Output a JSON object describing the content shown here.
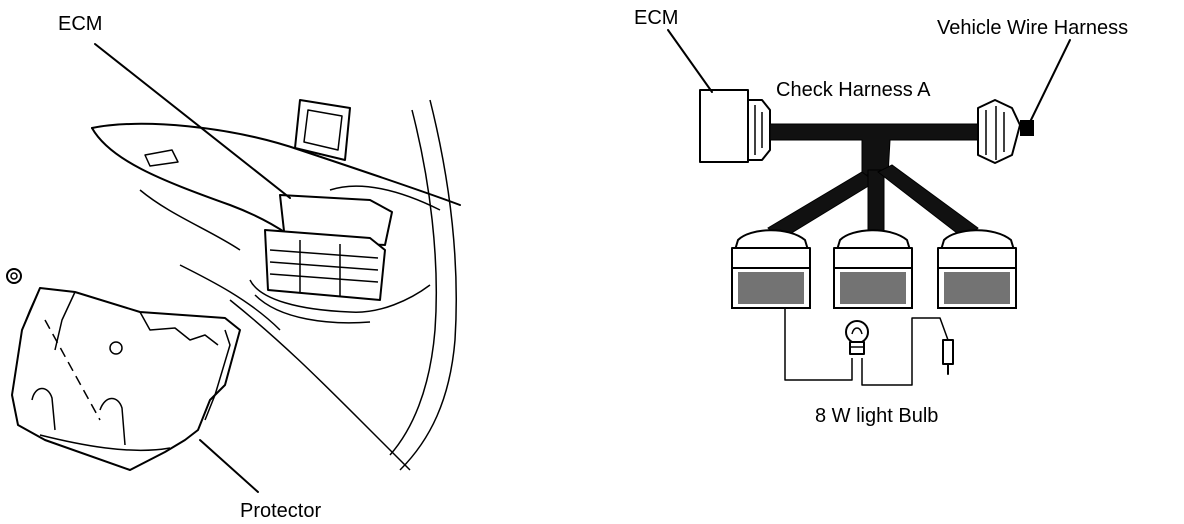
{
  "left_figure": {
    "ecm_label": "ECM",
    "protector_label": "Protector"
  },
  "right_figure": {
    "ecm_label": "ECM",
    "vehicle_harness_label": "Vehicle Wire Harness",
    "check_harness_label": "Check Harness A",
    "bulb_label": "8 W light Bulb"
  },
  "colors": {
    "line": "#000000",
    "background": "#ffffff"
  }
}
